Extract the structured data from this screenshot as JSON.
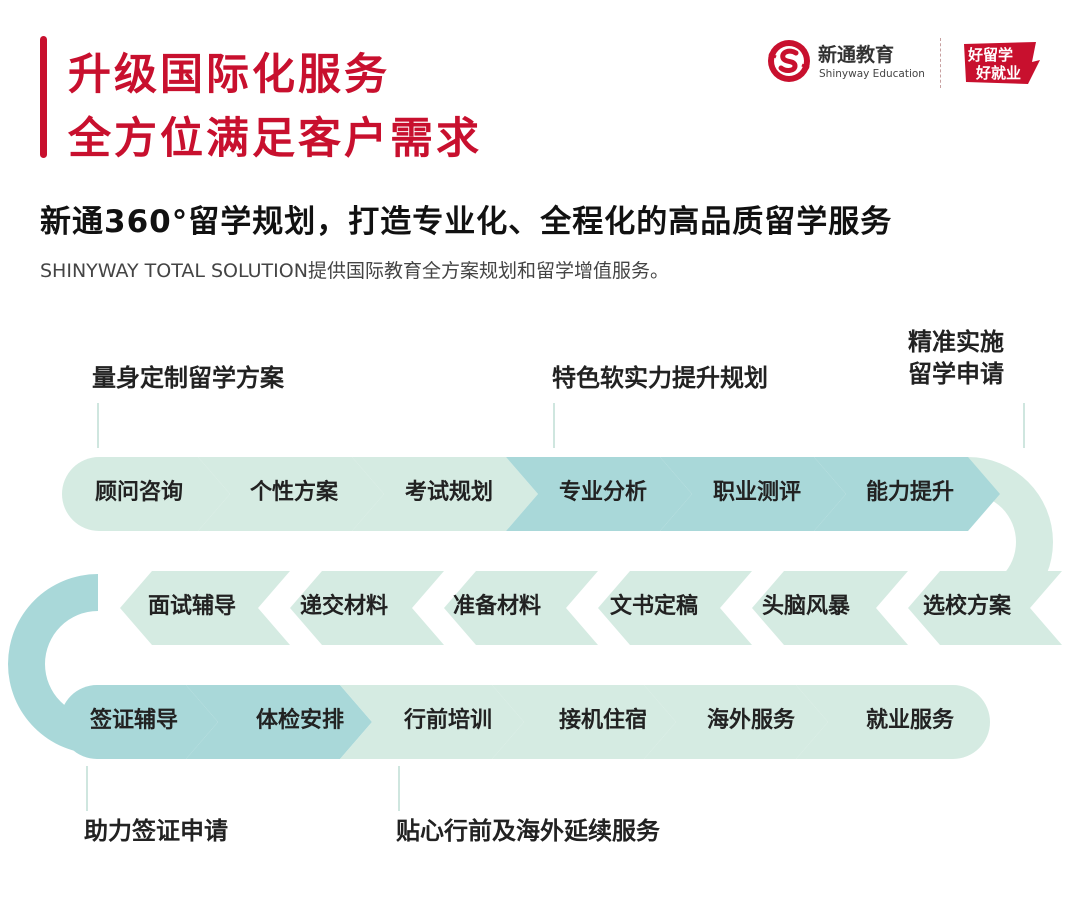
{
  "title": {
    "line1": "升级国际化服务",
    "line2": "全方位满足客户需求"
  },
  "brand": {
    "name_cn": "新通教育",
    "name_en": "Shinyway Education",
    "logo_icon": "shinyway-s-logo-icon",
    "sub_logo_line1": "好留学",
    "sub_logo_line2": "好就业"
  },
  "headline": "新通360°留学规划，打造专业化、全程化的高品质留学服务",
  "subline": "SHINYWAY TOTAL SOLUTION提供国际教育全方案规划和留学增值服务。",
  "colors": {
    "brand_red": "#c8102e",
    "step_green": "#d5ebe2",
    "step_teal": "#a9d8d9"
  },
  "callouts": {
    "c1": "量身定制留学方案",
    "c2": "特色软实力提升规划",
    "c3_line1": "精准实施",
    "c3_line2": "留学申请",
    "c4": "助力签证申请",
    "c5": "贴心行前及海外延续服务"
  },
  "rows": [
    {
      "steps": [
        {
          "label": "顾问咨询",
          "tone": "green"
        },
        {
          "label": "个性方案",
          "tone": "green"
        },
        {
          "label": "考试规划",
          "tone": "green"
        },
        {
          "label": "专业分析",
          "tone": "teal"
        },
        {
          "label": "职业测评",
          "tone": "teal"
        },
        {
          "label": "能力提升",
          "tone": "teal"
        }
      ]
    },
    {
      "steps": [
        {
          "label": "选校方案",
          "tone": "green"
        },
        {
          "label": "头脑风暴",
          "tone": "green"
        },
        {
          "label": "文书定稿",
          "tone": "green"
        },
        {
          "label": "准备材料",
          "tone": "green"
        },
        {
          "label": "递交材料",
          "tone": "green"
        },
        {
          "label": "面试辅导",
          "tone": "green"
        }
      ]
    },
    {
      "steps": [
        {
          "label": "签证辅导",
          "tone": "teal"
        },
        {
          "label": "体检安排",
          "tone": "teal"
        },
        {
          "label": "行前培训",
          "tone": "green"
        },
        {
          "label": "接机住宿",
          "tone": "green"
        },
        {
          "label": "海外服务",
          "tone": "green"
        },
        {
          "label": "就业服务",
          "tone": "green"
        }
      ]
    }
  ]
}
